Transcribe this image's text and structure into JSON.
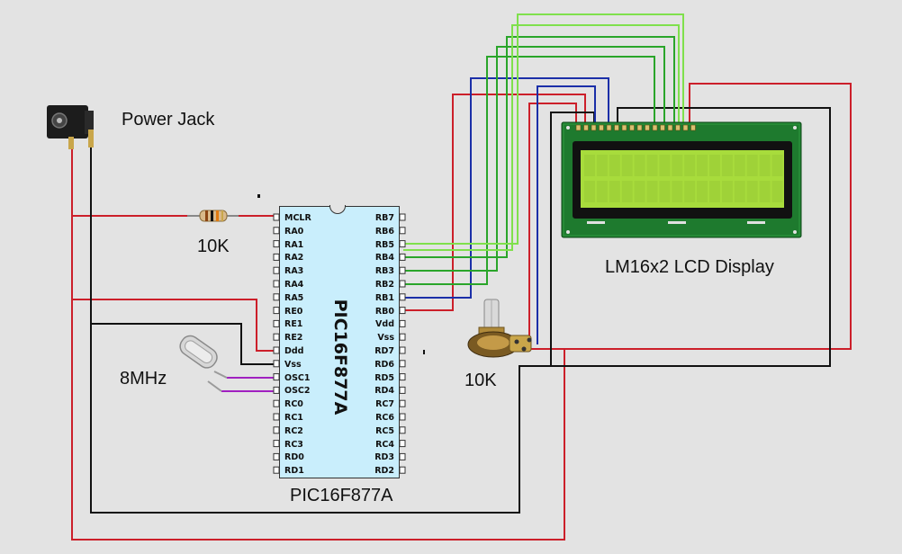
{
  "labels": {
    "power_jack": "Power Jack",
    "resistor": "10K",
    "crystal": "8MHz",
    "potentiometer": "10K",
    "mcu": "PIC16F877A",
    "lcd": "LM16x2 LCD Display"
  },
  "mcu": {
    "part_marking": "PIC16F877A",
    "left_pins": [
      "MCLR",
      "RA0",
      "RA1",
      "RA2",
      "RA3",
      "RA4",
      "RA5",
      "RE0",
      "RE1",
      "RE2",
      "Ddd",
      "Vss",
      "OSC1",
      "OSC2",
      "RC0",
      "RC1",
      "RC2",
      "RC3",
      "RD0",
      "RD1"
    ],
    "right_pins": [
      "RB7",
      "RB6",
      "RB5",
      "RB4",
      "RB3",
      "RB2",
      "RB1",
      "RB0",
      "Vdd",
      "Vss",
      "RD7",
      "RD6",
      "RD5",
      "RD4",
      "RC7",
      "RC6",
      "RC5",
      "RC4",
      "RD3",
      "RD2"
    ]
  },
  "colors": {
    "background": "#e3e3e3",
    "wire_red": "#cc1f2a",
    "wire_black": "#111111",
    "wire_blue": "#1b2fa8",
    "wire_green": "#2aa52a",
    "wire_lightgreen": "#7fe04c",
    "wire_purple": "#a020c0",
    "chip_fill": "#c9eefc",
    "lcd_board": "#1e7a2e",
    "lcd_screen": "#a8dc3c"
  }
}
